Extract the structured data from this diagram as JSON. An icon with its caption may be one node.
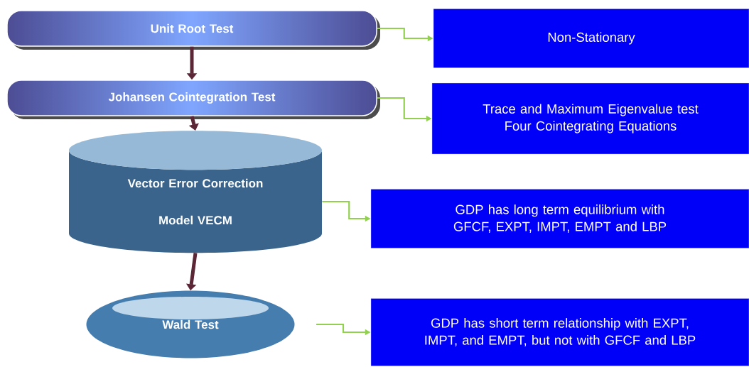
{
  "diagram": {
    "nodes": [
      {
        "text": [
          "Unit Root Test"
        ]
      },
      {
        "text": [
          "Non-Stationary"
        ]
      },
      {
        "text": [
          "Johansen Cointegration Test"
        ]
      },
      {
        "text": [
          "Trace and Maximum Eigenvalue test",
          "Four Cointegrating Equations"
        ]
      },
      {
        "text": [
          "Vector Error Correction Model VECM"
        ]
      },
      {
        "text": [
          "GDP has long term equilibrium with GFCF, EXPT, IMPT, EMPT and LBP"
        ]
      },
      {
        "text": [
          "Wald Test"
        ]
      },
      {
        "text": [
          "GDP has short term relationship with EXPT, IMPT, and EMPT, but not with GFCF and LBP"
        ]
      }
    ],
    "edges": [
      {
        "from": 0,
        "to": 2,
        "arrow": "to",
        "style": "thick",
        "color": "#5b2636"
      },
      {
        "from": 2,
        "to": 4,
        "arrow": "to",
        "style": "thick",
        "color": "#5b2636"
      },
      {
        "from": 4,
        "to": 6,
        "arrow": "to",
        "style": "thick",
        "color": "#5b2636"
      },
      {
        "from": 0,
        "to": 1,
        "arrow": "to"
      },
      {
        "from": 2,
        "to": 3,
        "arrow": "to"
      },
      {
        "from": 4,
        "to": 5,
        "arrow": "to"
      },
      {
        "from": 6,
        "to": 7,
        "arrow": "to"
      }
    ]
  }
}
